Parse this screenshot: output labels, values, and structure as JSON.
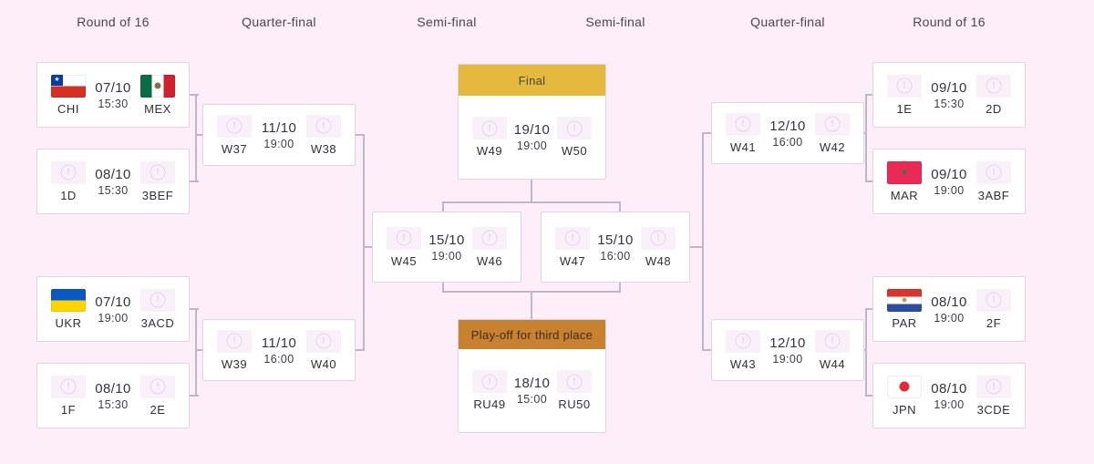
{
  "columns": [
    "Round of 16",
    "Quarter-final",
    "Semi-final",
    "Semi-final",
    "Quarter-final",
    "Round of 16"
  ],
  "colors": {
    "background": "#fdeef9",
    "final_header": "#e5b83e",
    "third_place_header": "#c8812f",
    "connector": "#beb7ca",
    "card_border": "#dcd6e4"
  },
  "final": {
    "title": "Final",
    "date": "19/10",
    "time": "19:00",
    "team1": {
      "code": "W49",
      "flag": "TBD"
    },
    "team2": {
      "code": "W50",
      "flag": "TBD"
    }
  },
  "third_place": {
    "title": "Play-off for third place",
    "date": "18/10",
    "time": "15:00",
    "team1": {
      "code": "RU49",
      "flag": "TBD"
    },
    "team2": {
      "code": "RU50",
      "flag": "TBD"
    }
  },
  "matches": {
    "r16_left": [
      {
        "date": "07/10",
        "time": "15:30",
        "team1": {
          "code": "CHI",
          "flag": "CHI"
        },
        "team2": {
          "code": "MEX",
          "flag": "MEX"
        }
      },
      {
        "date": "08/10",
        "time": "15:30",
        "team1": {
          "code": "1D",
          "flag": "TBD"
        },
        "team2": {
          "code": "3BEF",
          "flag": "TBD"
        }
      },
      {
        "date": "07/10",
        "time": "19:00",
        "team1": {
          "code": "UKR",
          "flag": "UKR"
        },
        "team2": {
          "code": "3ACD",
          "flag": "TBD"
        }
      },
      {
        "date": "08/10",
        "time": "15:30",
        "team1": {
          "code": "1F",
          "flag": "TBD"
        },
        "team2": {
          "code": "2E",
          "flag": "TBD"
        }
      }
    ],
    "qf_left": [
      {
        "date": "11/10",
        "time": "19:00",
        "team1": {
          "code": "W37",
          "flag": "TBD"
        },
        "team2": {
          "code": "W38",
          "flag": "TBD"
        }
      },
      {
        "date": "11/10",
        "time": "16:00",
        "team1": {
          "code": "W39",
          "flag": "TBD"
        },
        "team2": {
          "code": "W40",
          "flag": "TBD"
        }
      }
    ],
    "sf": [
      {
        "date": "15/10",
        "time": "19:00",
        "team1": {
          "code": "W45",
          "flag": "TBD"
        },
        "team2": {
          "code": "W46",
          "flag": "TBD"
        }
      },
      {
        "date": "15/10",
        "time": "16:00",
        "team1": {
          "code": "W47",
          "flag": "TBD"
        },
        "team2": {
          "code": "W48",
          "flag": "TBD"
        }
      }
    ],
    "qf_right": [
      {
        "date": "12/10",
        "time": "16:00",
        "team1": {
          "code": "W41",
          "flag": "TBD"
        },
        "team2": {
          "code": "W42",
          "flag": "TBD"
        }
      },
      {
        "date": "12/10",
        "time": "19:00",
        "team1": {
          "code": "W43",
          "flag": "TBD"
        },
        "team2": {
          "code": "W44",
          "flag": "TBD"
        }
      }
    ],
    "r16_right": [
      {
        "date": "09/10",
        "time": "15:30",
        "team1": {
          "code": "1E",
          "flag": "TBD"
        },
        "team2": {
          "code": "2D",
          "flag": "TBD"
        }
      },
      {
        "date": "09/10",
        "time": "19:00",
        "team1": {
          "code": "MAR",
          "flag": "MAR"
        },
        "team2": {
          "code": "3ABF",
          "flag": "TBD"
        }
      },
      {
        "date": "08/10",
        "time": "19:00",
        "team1": {
          "code": "PAR",
          "flag": "PAR"
        },
        "team2": {
          "code": "2F",
          "flag": "TBD"
        }
      },
      {
        "date": "08/10",
        "time": "19:00",
        "team1": {
          "code": "JPN",
          "flag": "JPN"
        },
        "team2": {
          "code": "3CDE",
          "flag": "TBD"
        }
      }
    ]
  }
}
